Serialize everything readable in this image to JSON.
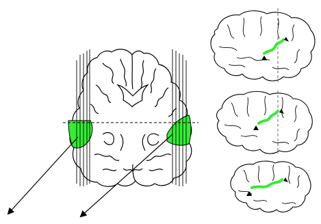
{
  "figure": {
    "colors": {
      "background": "#ffffff",
      "outline": "#000000",
      "highlight": "#33ee33",
      "guide_line": "#000000",
      "dashed_line": "#555555"
    },
    "panels": [
      {
        "view": "axial-brain-slice"
      },
      {
        "view": "lateral-brain-view-top"
      },
      {
        "view": "lateral-brain-view-middle"
      },
      {
        "view": "lateral-brain-view-bottom"
      }
    ],
    "icons": [
      "arrow-down-left-icon",
      "triangle-marker-icon"
    ]
  }
}
